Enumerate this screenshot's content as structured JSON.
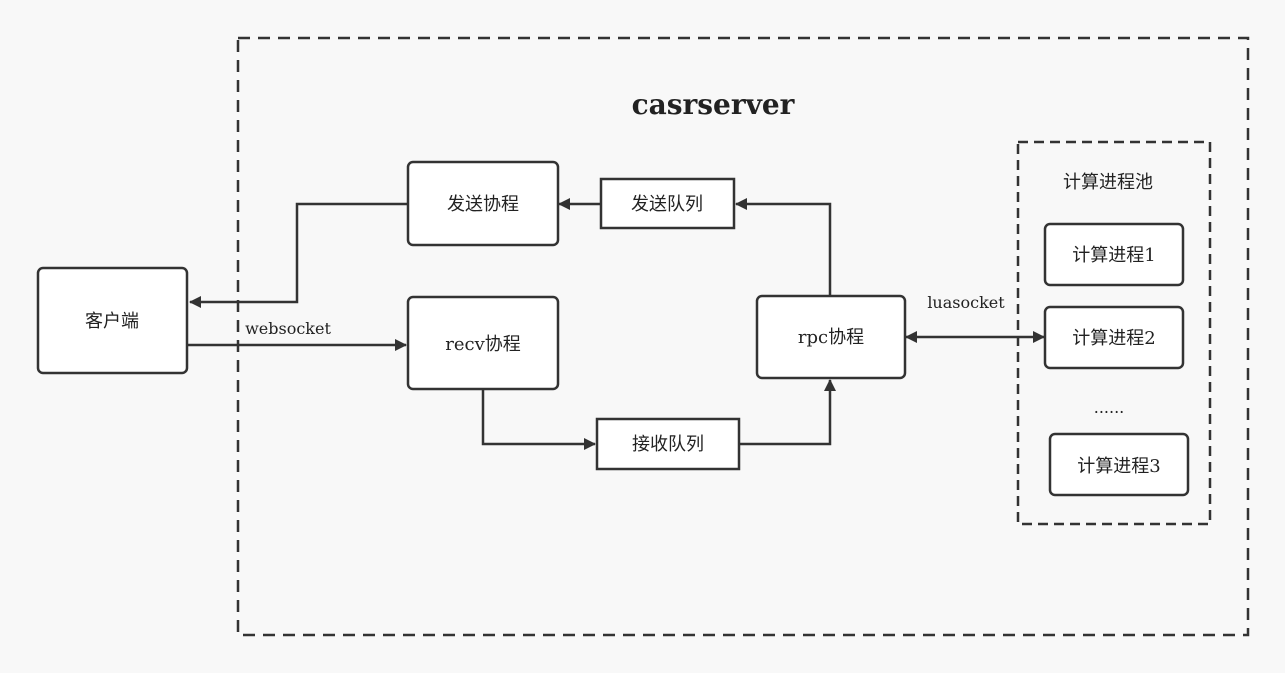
{
  "server": {
    "title": "casrserver"
  },
  "pool": {
    "title": "计算进程池",
    "ellipsis": "......"
  },
  "nodes": {
    "client": "客户端",
    "send_coroutine": "发送协程",
    "send_queue": "发送队列",
    "recv_coroutine": "recv协程",
    "recv_queue": "接收队列",
    "rpc_coroutine": "rpc协程",
    "worker1": "计算进程1",
    "worker2": "计算进程2",
    "worker3": "计算进程3"
  },
  "edges": {
    "websocket": "websocket",
    "luasocket": "luasocket"
  }
}
